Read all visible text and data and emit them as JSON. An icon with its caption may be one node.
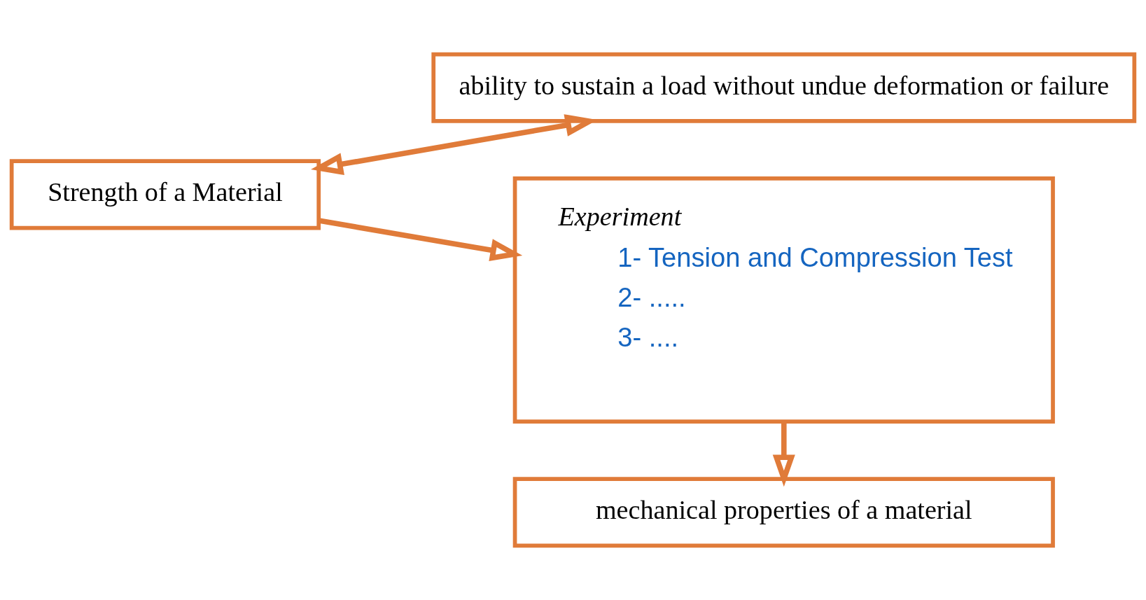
{
  "diagram": {
    "nodes": [
      {
        "text": [
          "Strength of a Material"
        ]
      },
      {
        "text": [
          "ability to sustain a load without undue deformation or failure"
        ]
      },
      {
        "text": [
          "Experiment",
          "1- Tension and Compression Test",
          "2- .....",
          "3- ...."
        ]
      },
      {
        "text": [
          "mechanical properties of a material"
        ]
      }
    ],
    "edges": [
      {
        "from": 0,
        "to": 1,
        "arrow": "both"
      },
      {
        "from": 0,
        "to": 2,
        "arrow": "to"
      },
      {
        "from": 2,
        "to": 3,
        "arrow": "to"
      }
    ]
  }
}
